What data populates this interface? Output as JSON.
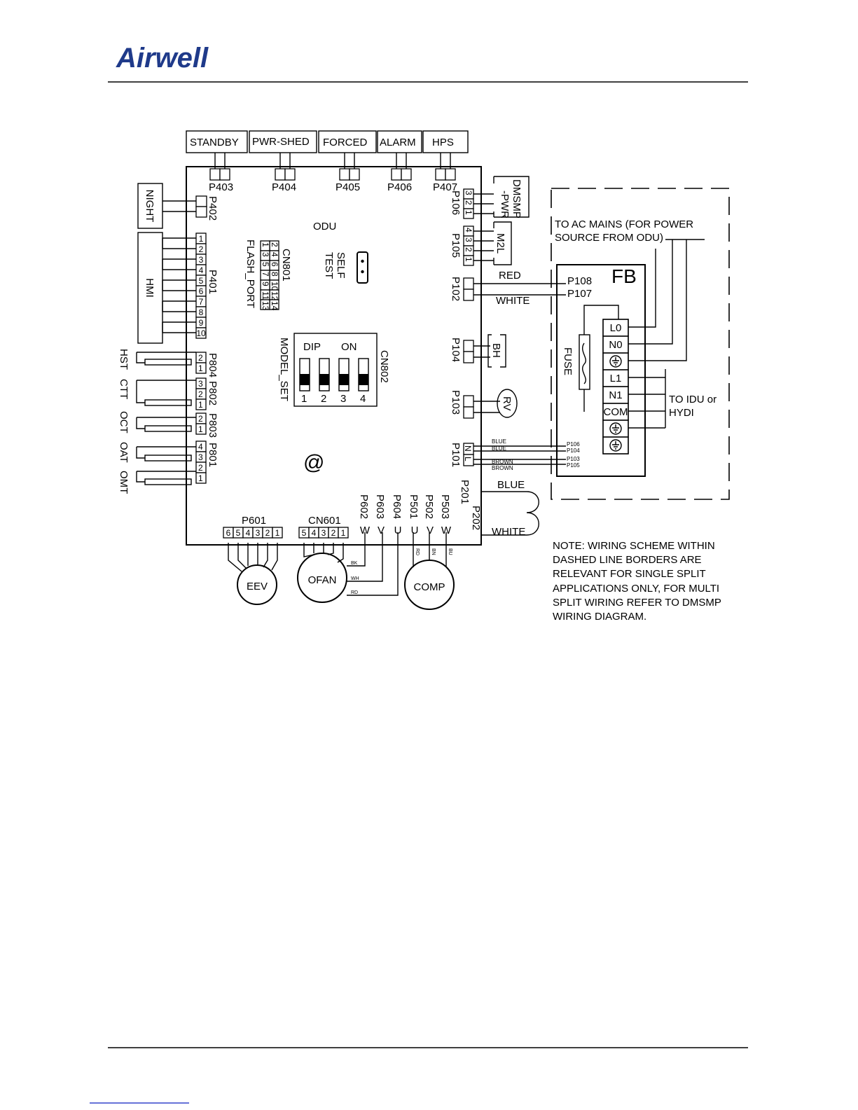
{
  "header": {
    "brand": "Airwell"
  },
  "boards": {
    "odu": "ODU",
    "fb": "FB"
  },
  "top_blocks": [
    {
      "label": "STANDBY",
      "port": "P403"
    },
    {
      "label": "PWR-SHED",
      "port": "P404"
    },
    {
      "label": "FORCED",
      "port": "P405"
    },
    {
      "label": "ALARM",
      "port": "P406"
    },
    {
      "label": "HPS",
      "port": "P407"
    }
  ],
  "left": {
    "night_label": "NIGHT",
    "night_port": "P402",
    "hmi_label": "HMI",
    "hmi_port": "P401",
    "hmi_pins": [
      "1",
      "2",
      "3",
      "4",
      "5",
      "6",
      "7",
      "8",
      "9",
      "10"
    ],
    "sensors": [
      {
        "label": "HST",
        "port": "P804",
        "pins": [
          "2",
          "1"
        ]
      },
      {
        "label": "CTT",
        "port": "P802",
        "pins": [
          "3",
          "2",
          "1"
        ]
      },
      {
        "label": "OCT",
        "port": "P803",
        "pins": [
          "2",
          "1"
        ]
      },
      {
        "label": "OAT",
        "port": "P801",
        "pins": [
          "4",
          "3"
        ]
      },
      {
        "label": "OMT",
        "port": "",
        "pins": [
          "2",
          "1"
        ]
      }
    ]
  },
  "center": {
    "cn801": "CN801",
    "flash_port": "FLASH_PORT",
    "cn801_row1": [
      "2",
      "4",
      "6",
      "8",
      "10",
      "12",
      "14"
    ],
    "cn801_row2": [
      "1",
      "3",
      "5",
      "7",
      "9",
      "11",
      "13"
    ],
    "self_test_1": "SELF",
    "self_test_2": "TEST",
    "dip": "DIP",
    "on": "ON",
    "model_set": "MODEL_SET",
    "cn802": "CN802",
    "dip_numbers": [
      "1",
      "2",
      "3",
      "4"
    ],
    "at_symbol": "@"
  },
  "right_ports": {
    "dmsmp_1": "DMSMP",
    "dmsmp_2": "-PWR",
    "p106": "P106",
    "p106_pins": [
      "3",
      "2",
      "1"
    ],
    "m2l": "M2L",
    "p105": "P105",
    "p105_pins": [
      "4",
      "3",
      "2",
      "1"
    ],
    "p102": "P102",
    "red": "RED",
    "white": "WHITE",
    "p104": "P104",
    "bh": "BH",
    "p103": "P103",
    "rv": "RV",
    "p101": "P101",
    "p101_pins": [
      "N",
      "L"
    ],
    "wire_labels": [
      "BLUE",
      "BLUE",
      "BROWN",
      "BROWN"
    ],
    "wire_ports": [
      "P106",
      "P104",
      "P103",
      "P105"
    ],
    "p201": "P201",
    "p202": "P202",
    "coil_top": "BLUE",
    "coil_bottom": "WHITE"
  },
  "fb": {
    "p108": "P108",
    "p107": "P107",
    "fuse": "FUSE",
    "terminals": [
      "L0",
      "N0",
      "",
      "L1",
      "N1",
      "COM",
      "",
      ""
    ],
    "ac_mains_1": "TO AC MAINS  (FOR POWER",
    "ac_mains_2": "SOURCE   FROM ODU)",
    "idu_1": "TO IDU or",
    "idu_2": "HYDI"
  },
  "bottom": {
    "p601": "P601",
    "p601_pins": [
      "6",
      "5",
      "4",
      "3",
      "2",
      "1"
    ],
    "cn601": "CN601",
    "cn601_pins": [
      "5",
      "4",
      "3",
      "2",
      "1"
    ],
    "motor_ports": [
      {
        "port": "P602",
        "phase": "W"
      },
      {
        "port": "P603",
        "phase": "V"
      },
      {
        "port": "P604",
        "phase": "U"
      },
      {
        "port": "P501",
        "phase": "U"
      },
      {
        "port": "P502",
        "phase": "V"
      },
      {
        "port": "P503",
        "phase": "W"
      }
    ],
    "ofan_wires": [
      "BK",
      "WH",
      "RD"
    ],
    "comp_wires": [
      "RD",
      "BN",
      "BU"
    ],
    "eev": "EEV",
    "ofan": "OFAN",
    "comp": "COMP"
  },
  "note": [
    "NOTE: WIRING SCHEME WITHIN",
    "DASHED LINE BORDERS ARE",
    "RELEVANT FOR SINGLE SPLIT",
    "APPLICATIONS ONLY, FOR MULTI",
    "SPLIT WIRING REFER TO DMSMP",
    "WIRING DIAGRAM."
  ],
  "colors": {
    "ink": "#000000",
    "logo": "#1f3a8a",
    "footer_line": "#3344cc"
  }
}
